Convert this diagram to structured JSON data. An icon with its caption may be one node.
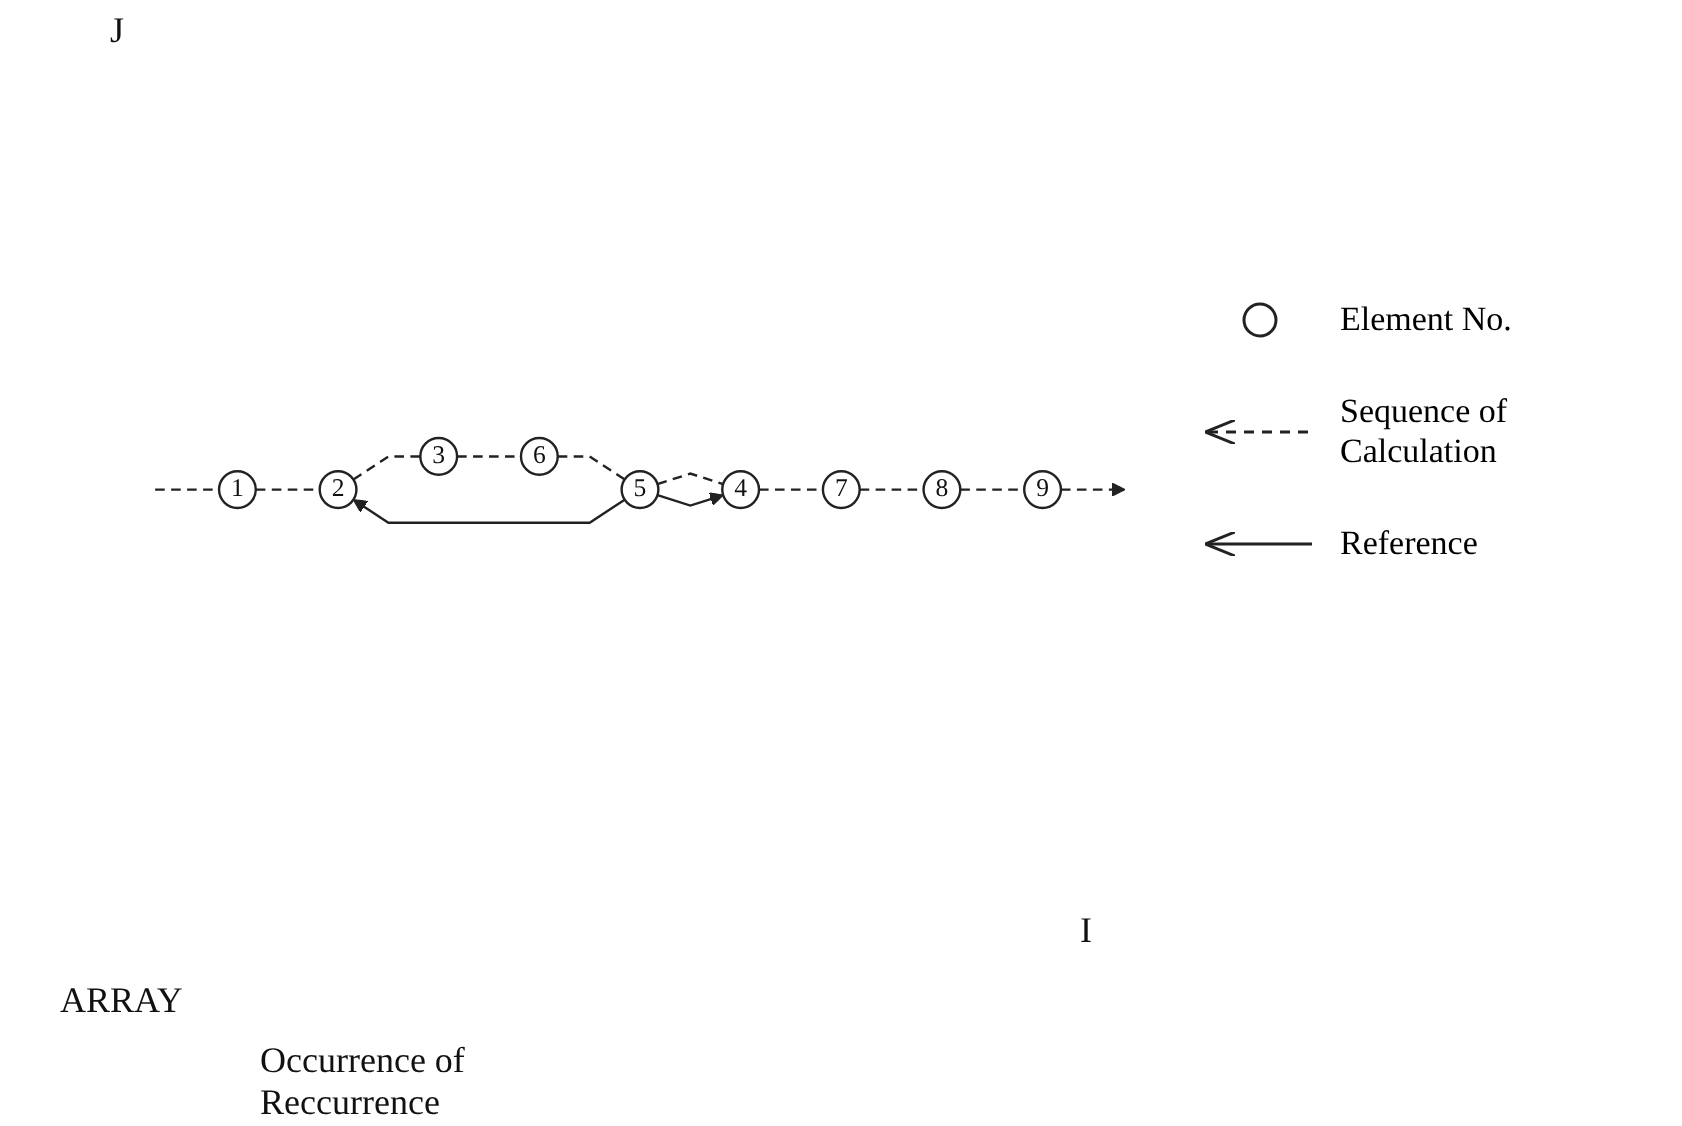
{
  "diagram": {
    "nodes": [
      {
        "text": [
          "1"
        ]
      },
      {
        "text": [
          "2"
        ]
      },
      {
        "text": [
          "3"
        ]
      },
      {
        "text": [
          "4"
        ]
      },
      {
        "text": [
          "5"
        ]
      },
      {
        "text": [
          "6"
        ]
      },
      {
        "text": [
          "7"
        ]
      },
      {
        "text": [
          "8"
        ]
      },
      {
        "text": [
          "9"
        ]
      }
    ],
    "edges": [
      {
        "from": null,
        "to": 0,
        "arrow": "none",
        "style": "dashed"
      },
      {
        "from": 0,
        "to": 1,
        "arrow": "none",
        "style": "dashed"
      },
      {
        "from": 1,
        "to": 2,
        "arrow": "none",
        "style": "dashed"
      },
      {
        "from": 2,
        "to": 5,
        "arrow": "none",
        "style": "dashed"
      },
      {
        "from": 5,
        "to": 4,
        "arrow": "none",
        "style": "dashed"
      },
      {
        "from": 4,
        "to": 3,
        "arrow": "none",
        "style": "dashed"
      },
      {
        "from": 3,
        "to": 6,
        "arrow": "none",
        "style": "dashed"
      },
      {
        "from": 6,
        "to": 7,
        "arrow": "none",
        "style": "dashed"
      },
      {
        "from": 7,
        "to": 8,
        "arrow": "none",
        "style": "dashed"
      },
      {
        "from": 8,
        "to": null,
        "arrow": "to",
        "style": "dashed"
      },
      {
        "from": 4,
        "to": 3,
        "arrow": "to"
      },
      {
        "from": 4,
        "to": 1,
        "arrow": "to"
      }
    ],
    "labels": [
      "J",
      "I",
      "ARRAY",
      "Occurrence of Reccurrence"
    ],
    "legend": [
      {
        "text": "Element No."
      },
      {
        "text": "Sequence of Calculation"
      },
      {
        "text": "Reference"
      }
    ]
  }
}
